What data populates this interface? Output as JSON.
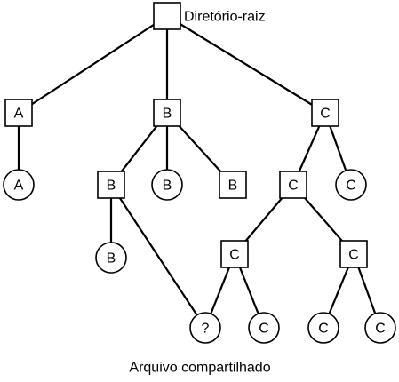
{
  "diagram": {
    "root_label": "Diretório-raiz",
    "caption": "Arquivo compartilhado",
    "colors": {
      "stroke": "#000000",
      "fill": "#ffffff",
      "text": "#000000"
    },
    "nodes": [
      {
        "id": "root",
        "shape": "square",
        "label": ""
      },
      {
        "id": "dir-a",
        "shape": "square",
        "label": "A"
      },
      {
        "id": "dir-b",
        "shape": "square",
        "label": "B"
      },
      {
        "id": "dir-c",
        "shape": "square",
        "label": "C"
      },
      {
        "id": "file-a",
        "shape": "circle",
        "label": "A"
      },
      {
        "id": "dir-b1",
        "shape": "square",
        "label": "B"
      },
      {
        "id": "file-b1",
        "shape": "circle",
        "label": "B"
      },
      {
        "id": "dir-b2",
        "shape": "square",
        "label": "B"
      },
      {
        "id": "dir-c1",
        "shape": "square",
        "label": "C"
      },
      {
        "id": "file-c1",
        "shape": "circle",
        "label": "C"
      },
      {
        "id": "file-b2",
        "shape": "circle",
        "label": "B"
      },
      {
        "id": "dir-c2",
        "shape": "square",
        "label": "C"
      },
      {
        "id": "dir-c3",
        "shape": "square",
        "label": "C"
      },
      {
        "id": "file-shared",
        "shape": "circle",
        "label": "?"
      },
      {
        "id": "file-c2",
        "shape": "circle",
        "label": "C"
      },
      {
        "id": "file-c3",
        "shape": "circle",
        "label": "C"
      },
      {
        "id": "file-c4",
        "shape": "circle",
        "label": "C"
      }
    ],
    "edges": [
      [
        "root",
        "dir-a"
      ],
      [
        "root",
        "dir-b"
      ],
      [
        "root",
        "dir-c"
      ],
      [
        "dir-a",
        "file-a"
      ],
      [
        "dir-b",
        "dir-b1"
      ],
      [
        "dir-b",
        "file-b1"
      ],
      [
        "dir-b",
        "dir-b2"
      ],
      [
        "dir-c",
        "dir-c1"
      ],
      [
        "dir-c",
        "file-c1"
      ],
      [
        "dir-b1",
        "file-b2"
      ],
      [
        "dir-b1",
        "file-shared"
      ],
      [
        "dir-c1",
        "dir-c2"
      ],
      [
        "dir-c1",
        "dir-c3"
      ],
      [
        "dir-c2",
        "file-shared"
      ],
      [
        "dir-c2",
        "file-c2"
      ],
      [
        "dir-c3",
        "file-c3"
      ],
      [
        "dir-c3",
        "file-c4"
      ]
    ]
  }
}
